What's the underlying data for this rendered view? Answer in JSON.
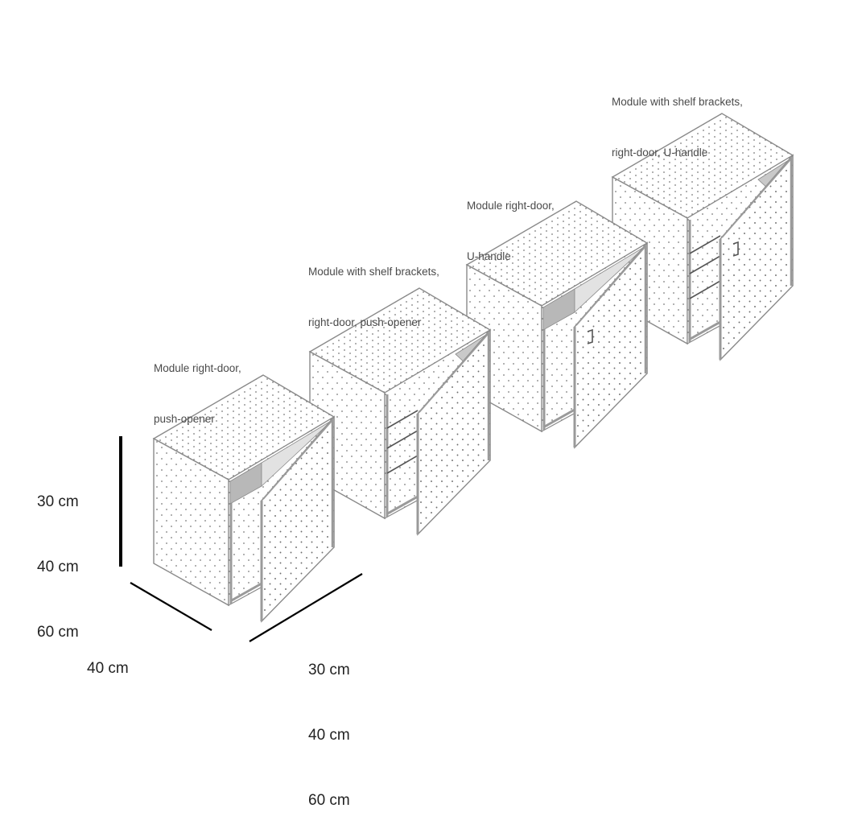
{
  "diagram": {
    "type": "isometric product line drawing",
    "modules": [
      {
        "id": "module-1",
        "label_line1": "Module right-door,",
        "label_line2": "push-opener",
        "door": "right",
        "opener": "push-opener",
        "shelf_brackets": false,
        "handle": "none"
      },
      {
        "id": "module-2",
        "label_line1": "Module with shelf brackets,",
        "label_line2": "right-door, push-opener",
        "door": "right",
        "opener": "push-opener",
        "shelf_brackets": true,
        "handle": "none"
      },
      {
        "id": "module-3",
        "label_line1": "Module right-door,",
        "label_line2": "U-handle",
        "door": "right",
        "opener": "U-handle",
        "shelf_brackets": false,
        "handle": "U-handle"
      },
      {
        "id": "module-4",
        "label_line1": "Module with shelf brackets,",
        "label_line2": "right-door, U-handle",
        "door": "right",
        "opener": "U-handle",
        "shelf_brackets": true,
        "handle": "U-handle"
      }
    ],
    "dimensions": {
      "height": {
        "line1": "30 cm",
        "line2": "40 cm",
        "line3": "60 cm"
      },
      "depth": {
        "value": "40 cm"
      },
      "width": {
        "line1": "30 cm",
        "line2": "40 cm",
        "line3": "60 cm"
      }
    },
    "colors": {
      "background": "#ffffff",
      "panel_fill": "#ffffff",
      "edge_stroke": "#8a8a8a",
      "dot": "#7a7a7a",
      "interior_dark": "#b8b8b8",
      "interior_light": "#e2e2e2",
      "dimension_line": "#000000",
      "label_text": "#4a4a4a"
    }
  }
}
